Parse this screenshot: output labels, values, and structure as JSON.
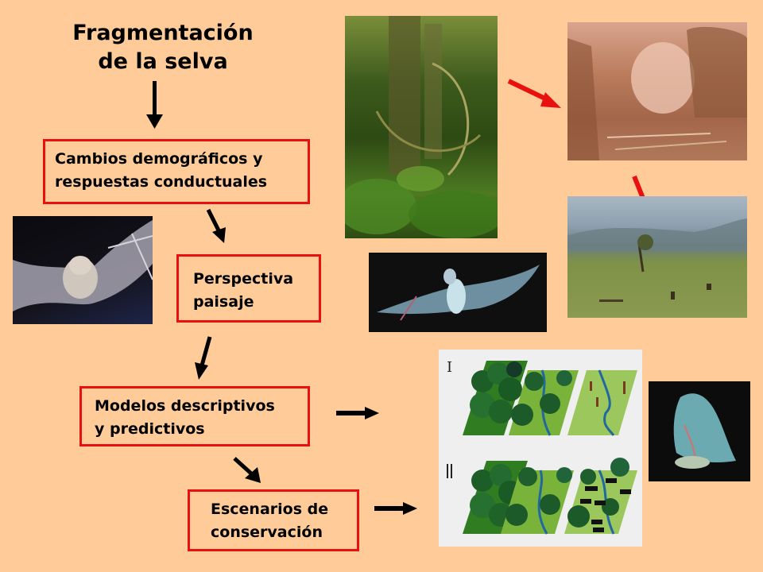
{
  "title": {
    "line1": "Fragmentación",
    "line2": "de la selva"
  },
  "boxes": [
    {
      "id": "cambios",
      "line1": "Cambios demográficos y",
      "line2": "respuestas conductuales"
    },
    {
      "id": "perspectiva",
      "line1": "Perspectiva",
      "line2": "paisaje"
    },
    {
      "id": "modelos",
      "line1": "Modelos descriptivos",
      "line2": "y predictivos"
    },
    {
      "id": "escenarios",
      "line1": "Escenarios de",
      "line2": "conservación"
    }
  ],
  "figure": {
    "row_labels": [
      "I",
      "II"
    ]
  },
  "images": [
    {
      "name": "rainforest-photo",
      "description": "dense rainforest with lianas"
    },
    {
      "name": "burning-forest-photo",
      "description": "forest being burned / cleared"
    },
    {
      "name": "pasture-photo",
      "description": "deforested pasture with stumps"
    },
    {
      "name": "bat-photo-left",
      "description": "bat with open wings"
    },
    {
      "name": "bat-photo-flower",
      "description": "bat feeding on flower in flight"
    },
    {
      "name": "bat-photo-right",
      "description": "bat in flight, side view"
    },
    {
      "name": "landscape-scenarios-figure",
      "description": "landscape fragmentation scenarios I and II"
    }
  ],
  "colors": {
    "background": "#FFCC99",
    "box_border": "#E8110F",
    "arrow_black": "#000000",
    "arrow_red": "#E8110F"
  }
}
